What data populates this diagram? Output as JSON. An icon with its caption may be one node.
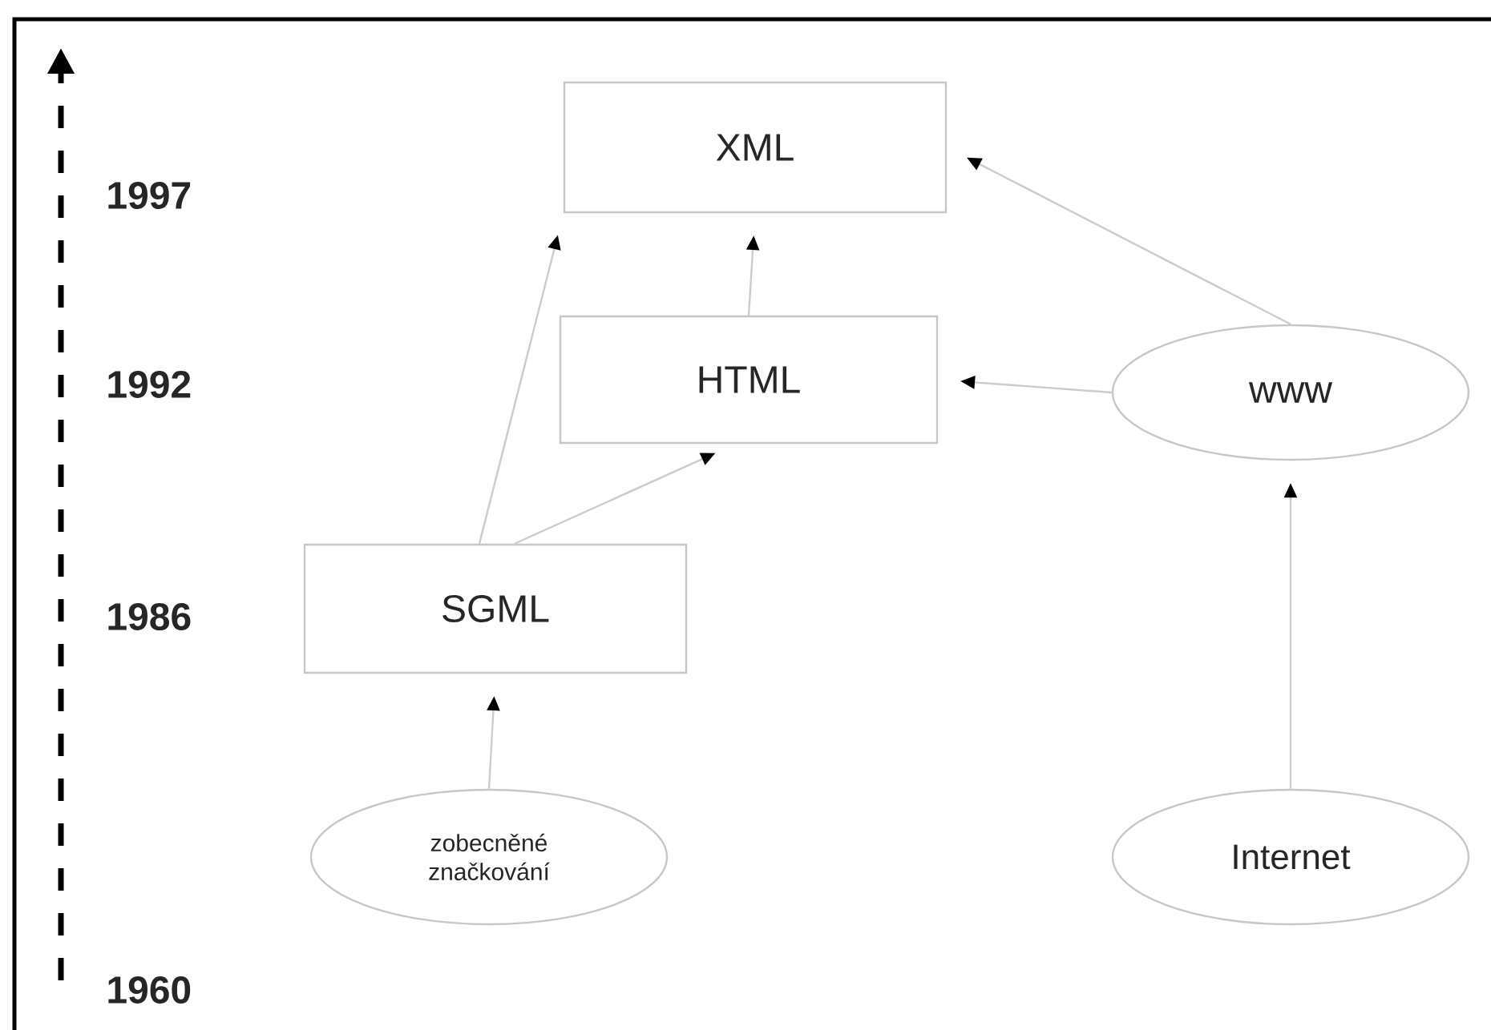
{
  "diagram": {
    "nodes": [
      {
        "text": [
          "XML"
        ]
      },
      {
        "text": [
          "HTML"
        ]
      },
      {
        "text": [
          "www"
        ]
      },
      {
        "text": [
          "SGML"
        ]
      },
      {
        "text": [
          "zobecněné značkování"
        ]
      },
      {
        "text": [
          "Internet"
        ]
      }
    ],
    "edges": [
      {
        "from": 1,
        "to": 0,
        "arrow": "to"
      },
      {
        "from": 2,
        "to": 0,
        "arrow": "to"
      },
      {
        "from": 2,
        "to": 1,
        "arrow": "to"
      },
      {
        "from": 3,
        "to": 0,
        "arrow": "to"
      },
      {
        "from": 3,
        "to": 1,
        "arrow": "to"
      },
      {
        "from": 4,
        "to": 3,
        "arrow": "to"
      },
      {
        "from": 5,
        "to": 2,
        "arrow": "to"
      }
    ],
    "labels": [
      "1997",
      "1992",
      "1986",
      "1960"
    ]
  }
}
